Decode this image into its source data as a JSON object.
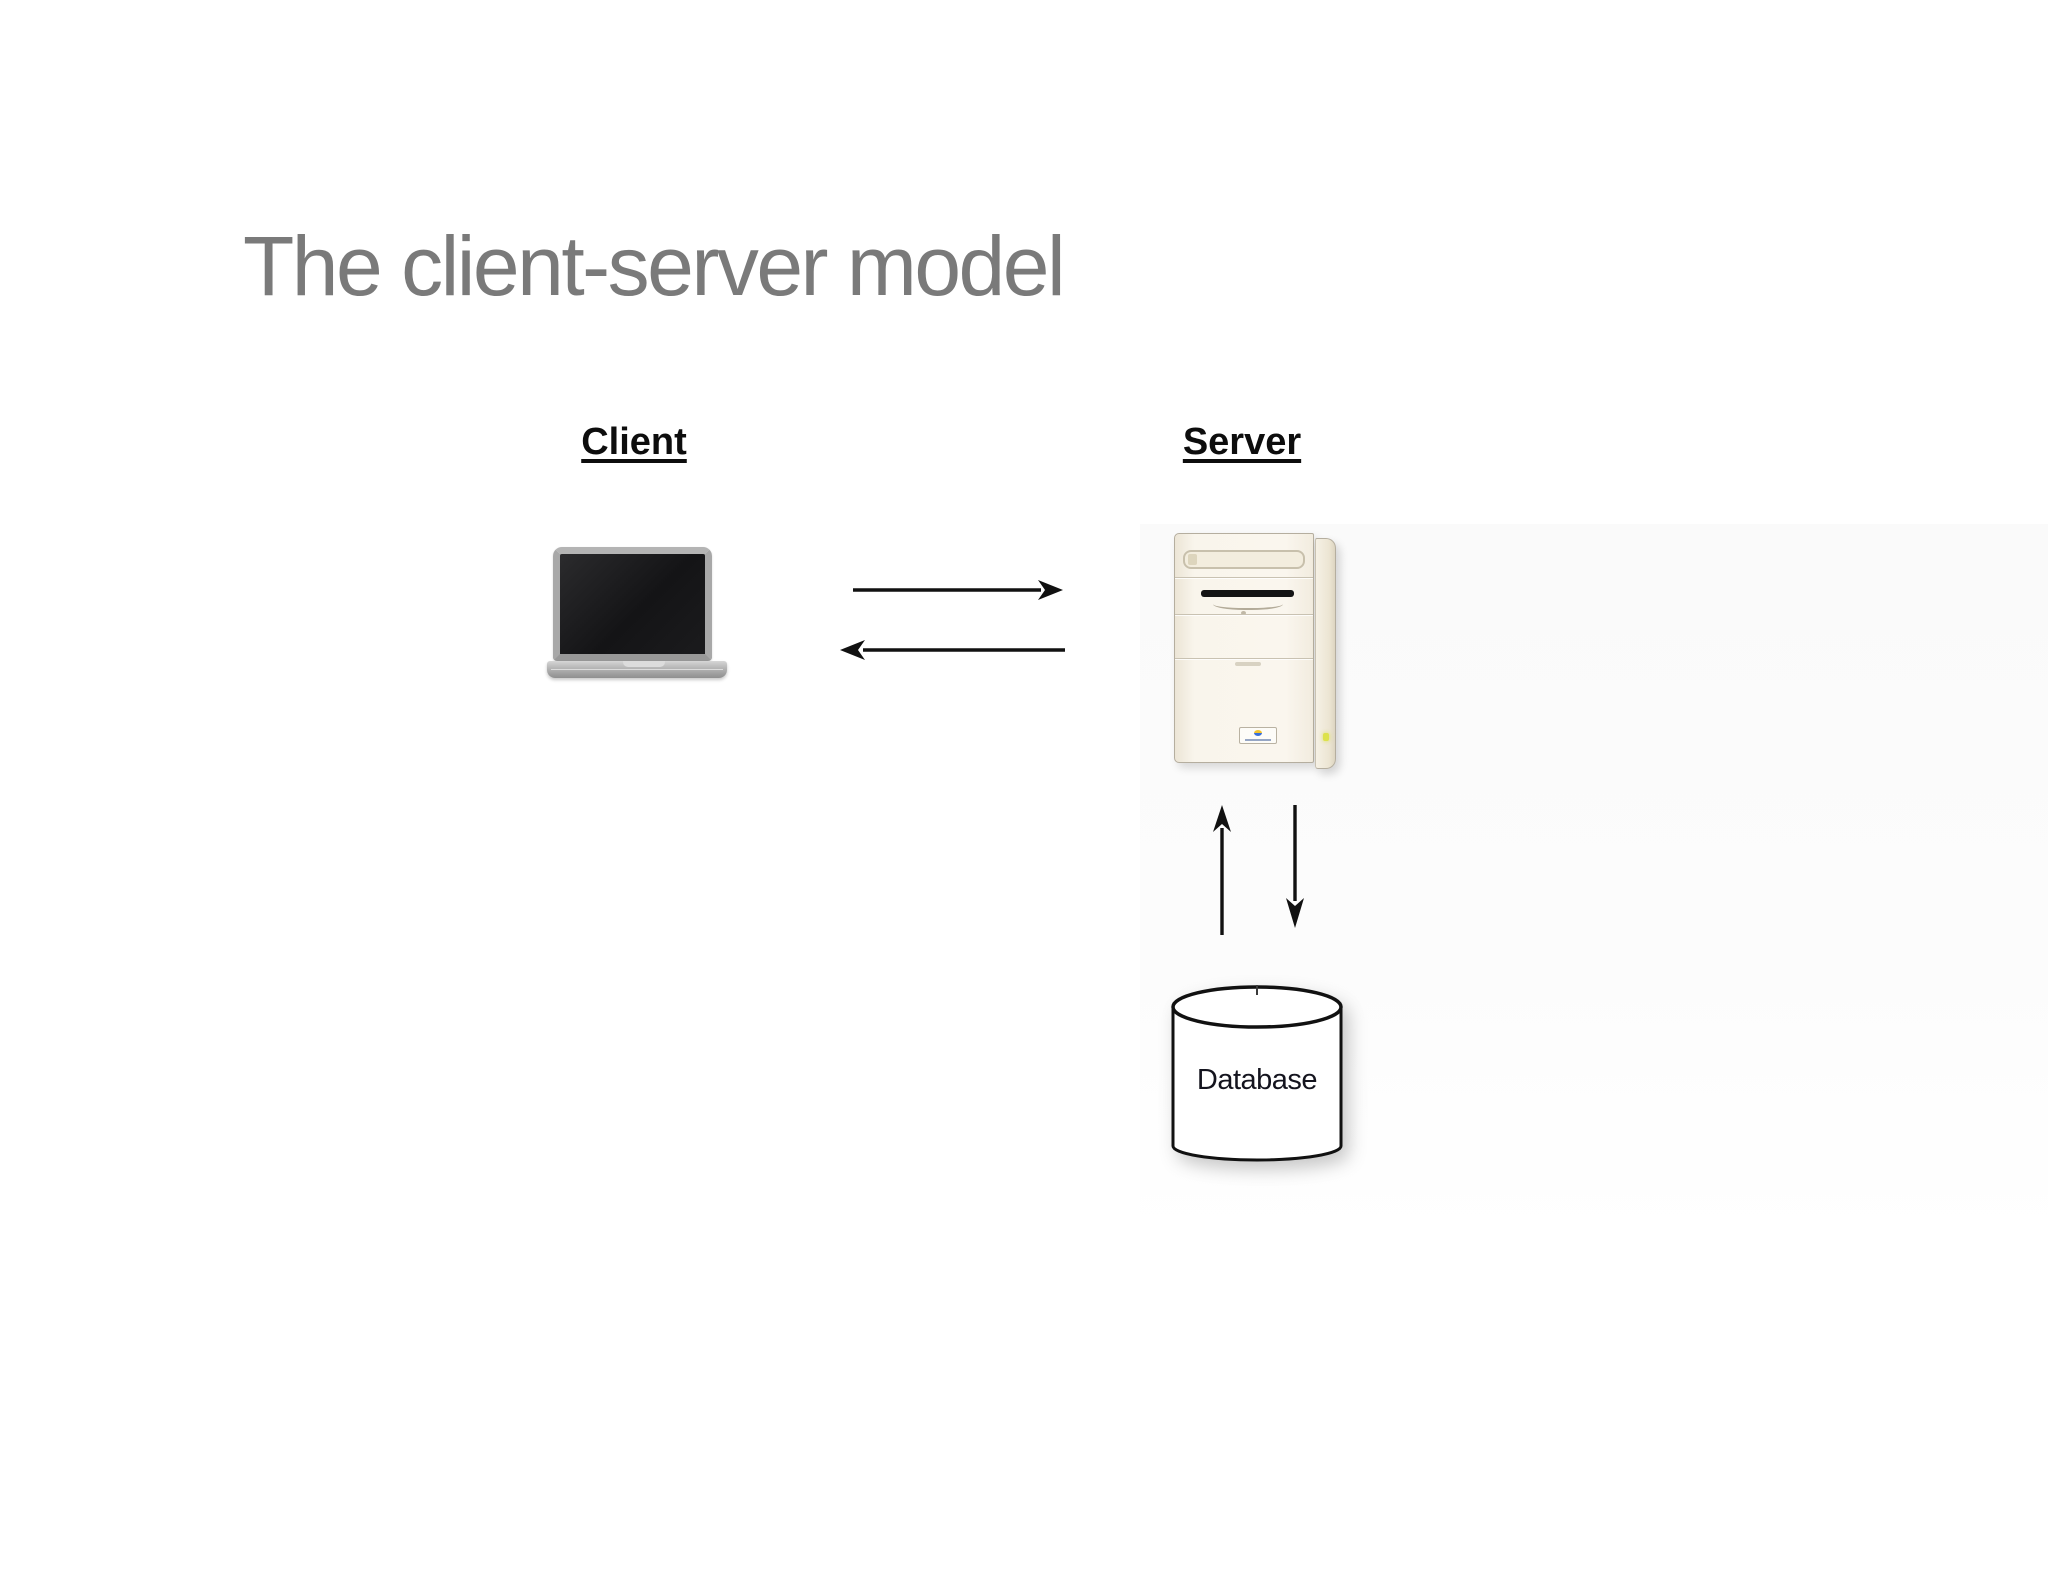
{
  "slide": {
    "title": "The client-server model"
  },
  "diagram": {
    "client": {
      "label": "Client",
      "icon": "laptop-icon"
    },
    "server": {
      "label": "Server",
      "icon": "server-tower-icon"
    },
    "database": {
      "label": "Database",
      "icon": "database-cylinder-icon"
    },
    "connections": [
      {
        "from": "client",
        "to": "server",
        "icon": "arrow-right-icon"
      },
      {
        "from": "server",
        "to": "client",
        "icon": "arrow-left-icon"
      },
      {
        "from": "database",
        "to": "server",
        "icon": "arrow-up-icon"
      },
      {
        "from": "server",
        "to": "database",
        "icon": "arrow-down-icon"
      }
    ],
    "colors": {
      "title_gray": "#7a7a7a",
      "label_black": "#0d0d0d",
      "arrow_black": "#111111",
      "tower_cream": "#f9f5ec",
      "tower_border": "#b5ae9f",
      "led_green": "#dde24c",
      "laptop_screen": "#141416",
      "laptop_gray": "#a8a8a8",
      "db_outline": "#111111",
      "background": "#ffffff",
      "right_tint": "#fafafa"
    }
  }
}
